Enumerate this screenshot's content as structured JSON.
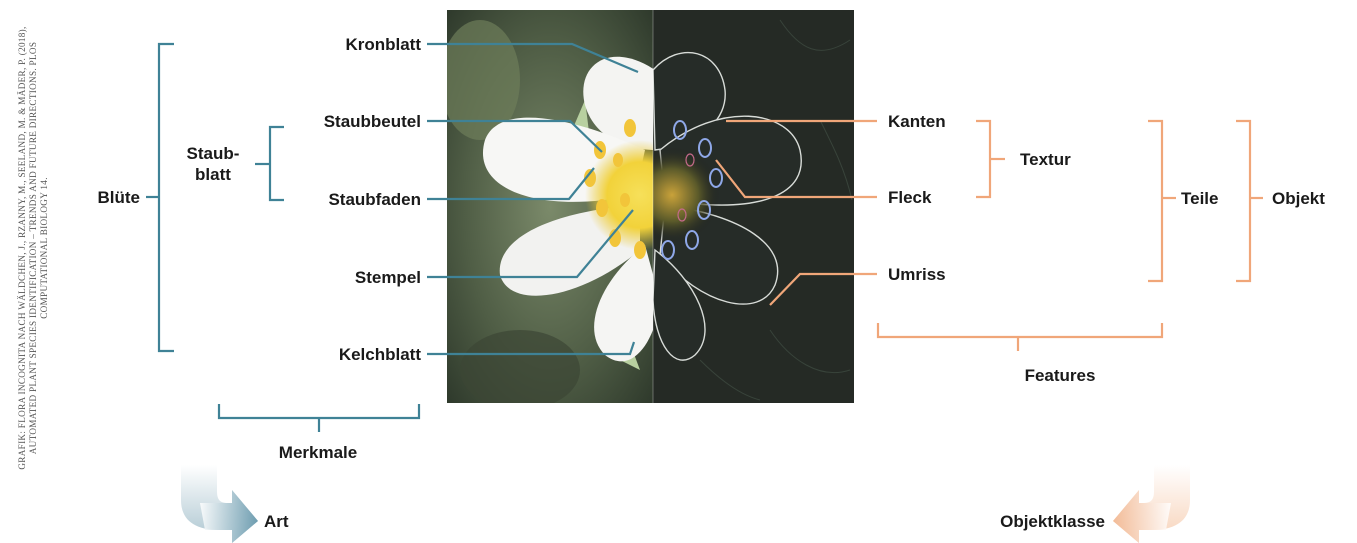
{
  "credit": "GRAFIK: FLORA INCOGNITA NACH WÄLDCHEN, J., RZANNY, M., SEELAND, M. & MÄDER, P. (2018), AUTOMATED PLANT SPECIES IDENTIFICATION – TRENDS AND FUTURE DIRECTIONS. PLOS COMPUTATIONAL BIOLOGY 14.",
  "colors": {
    "left": "#3f8296",
    "right": "#f0a679"
  },
  "left": {
    "bluete": "Blüte",
    "staubblatt_1": "Staub-",
    "staubblatt_2": "blatt",
    "kronblatt": "Kronblatt",
    "staubbeutel": "Staubbeutel",
    "staubfaden": "Staubfaden",
    "stempel": "Stempel",
    "kelchblatt": "Kelchblatt",
    "merkmale": "Merkmale",
    "art": "Art"
  },
  "right": {
    "kanten": "Kanten",
    "fleck": "Fleck",
    "umriss": "Umriss",
    "textur": "Textur",
    "teile": "Teile",
    "objekt": "Objekt",
    "features": "Features",
    "objektklasse": "Objektklasse"
  }
}
